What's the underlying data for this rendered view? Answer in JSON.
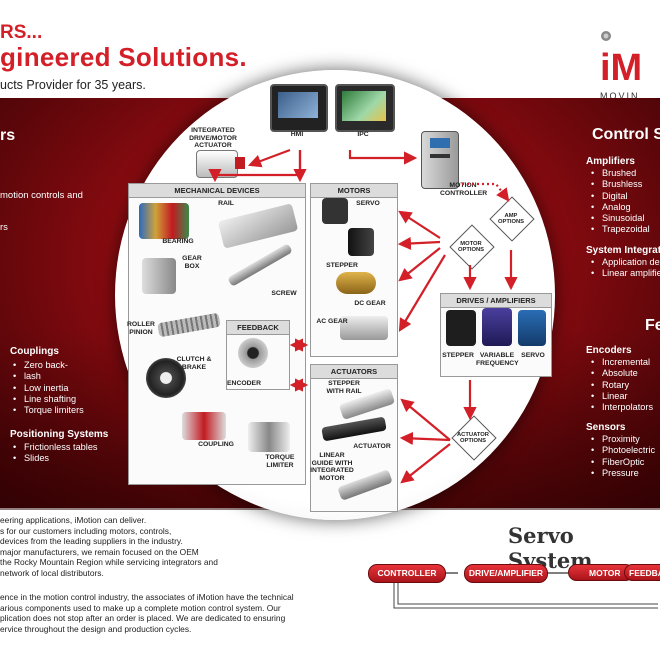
{
  "header": {
    "top_line": "RS...",
    "title": "gineered Solutions.",
    "subtitle": "ucts Provider for 35 years."
  },
  "logo": {
    "text": "iM",
    "tagline": "MOVIN",
    "brand_color": "#d31f27"
  },
  "left": {
    "heading1": "rs",
    "line1": "motion controls and",
    "line2": "rs",
    "couplings_title": "Couplings",
    "couplings": [
      "Zero back-",
      "lash",
      "Low inertia",
      "Line shafting",
      "Torque limiters"
    ],
    "positioning_title": "Positioning Systems",
    "positioning": [
      "Frictionless tables",
      "Slides"
    ]
  },
  "right": {
    "heading_control": "Control S",
    "amplifiers_title": "Amplifiers",
    "amplifiers": [
      "Brushed",
      "Brushless",
      "Digital",
      "Analog",
      "Sinusoidal",
      "Trapezoidal"
    ],
    "integration_title": "System Integrat",
    "integration": [
      "Application des",
      "Linear amplifie"
    ],
    "heading_fe": "Fe",
    "encoders_title": "Encoders",
    "encoders": [
      "Incremental",
      "Absolute",
      "Rotary",
      "Linear",
      "Interpolators"
    ],
    "sensors_title": "Sensors",
    "sensors": [
      "Proximity",
      "Photoelectric",
      "FiberOptic",
      "Pressure"
    ]
  },
  "diagram": {
    "hmi": "HMI",
    "ipc": "IPC",
    "integrated": "INTEGRATED DRIVE/MOTOR ACTUATOR",
    "motion_controller": "MOTION CONTROLLER",
    "amp_options": "AMP OPTIONS",
    "motor_options": "MOTOR OPTIONS",
    "actuator_options": "ACTUATOR OPTIONS",
    "mechanical_title": "MECHANICAL DEVICES",
    "bearing": "BEARING",
    "rail": "RAIL",
    "gear_box": "GEAR BOX",
    "screw": "SCREW",
    "roller_pinion": "ROLLER PINION",
    "clutch_brake": "CLUTCH & BRAKE",
    "coupling": "COUPLING",
    "torque_limiter": "TORQUE LIMITER",
    "motors_title": "MOTORS",
    "servo": "SERVO",
    "stepper": "STEPPER",
    "dc_gear": "DC GEAR",
    "ac_gear": "AC GEAR",
    "feedback_title": "FEEDBACK",
    "encoder": "ENCODER",
    "actuators_title": "ACTUATORS",
    "stepper_rail": "STEPPER WITH RAIL",
    "actuator": "ACTUATOR",
    "linear_guide": "LINEAR GUIDE WITH INTEGRATED MOTOR",
    "drives_title": "DRIVES / AMPLIFIERS",
    "drive_stepper": "STEPPER",
    "variable_freq": "VARIABLE FREQUENCY",
    "drive_servo": "SERVO"
  },
  "bottom": {
    "p1": [
      "eering applications, iMotion can deliver.",
      "s for our customers including motors, controls,",
      "devices from the leading suppliers in the industry.",
      "major manufacturers, we remain focused on the OEM",
      "the Rocky Mountain Region while servicing integrators and",
      "network of local distributors."
    ],
    "p2": [
      "ence in the motion control industry, the associates of iMotion have the technical",
      "arious components used to make up a complete motion control system.  Our",
      "plication does not stop after an order is placed.  We are dedicated to ensuring",
      "ervice throughout the design and production cycles."
    ],
    "servo_title": "Servo System",
    "pills": [
      "CONTROLLER",
      "DRIVE/AMPLIFIER",
      "MOTOR",
      "FEEDBA"
    ]
  }
}
